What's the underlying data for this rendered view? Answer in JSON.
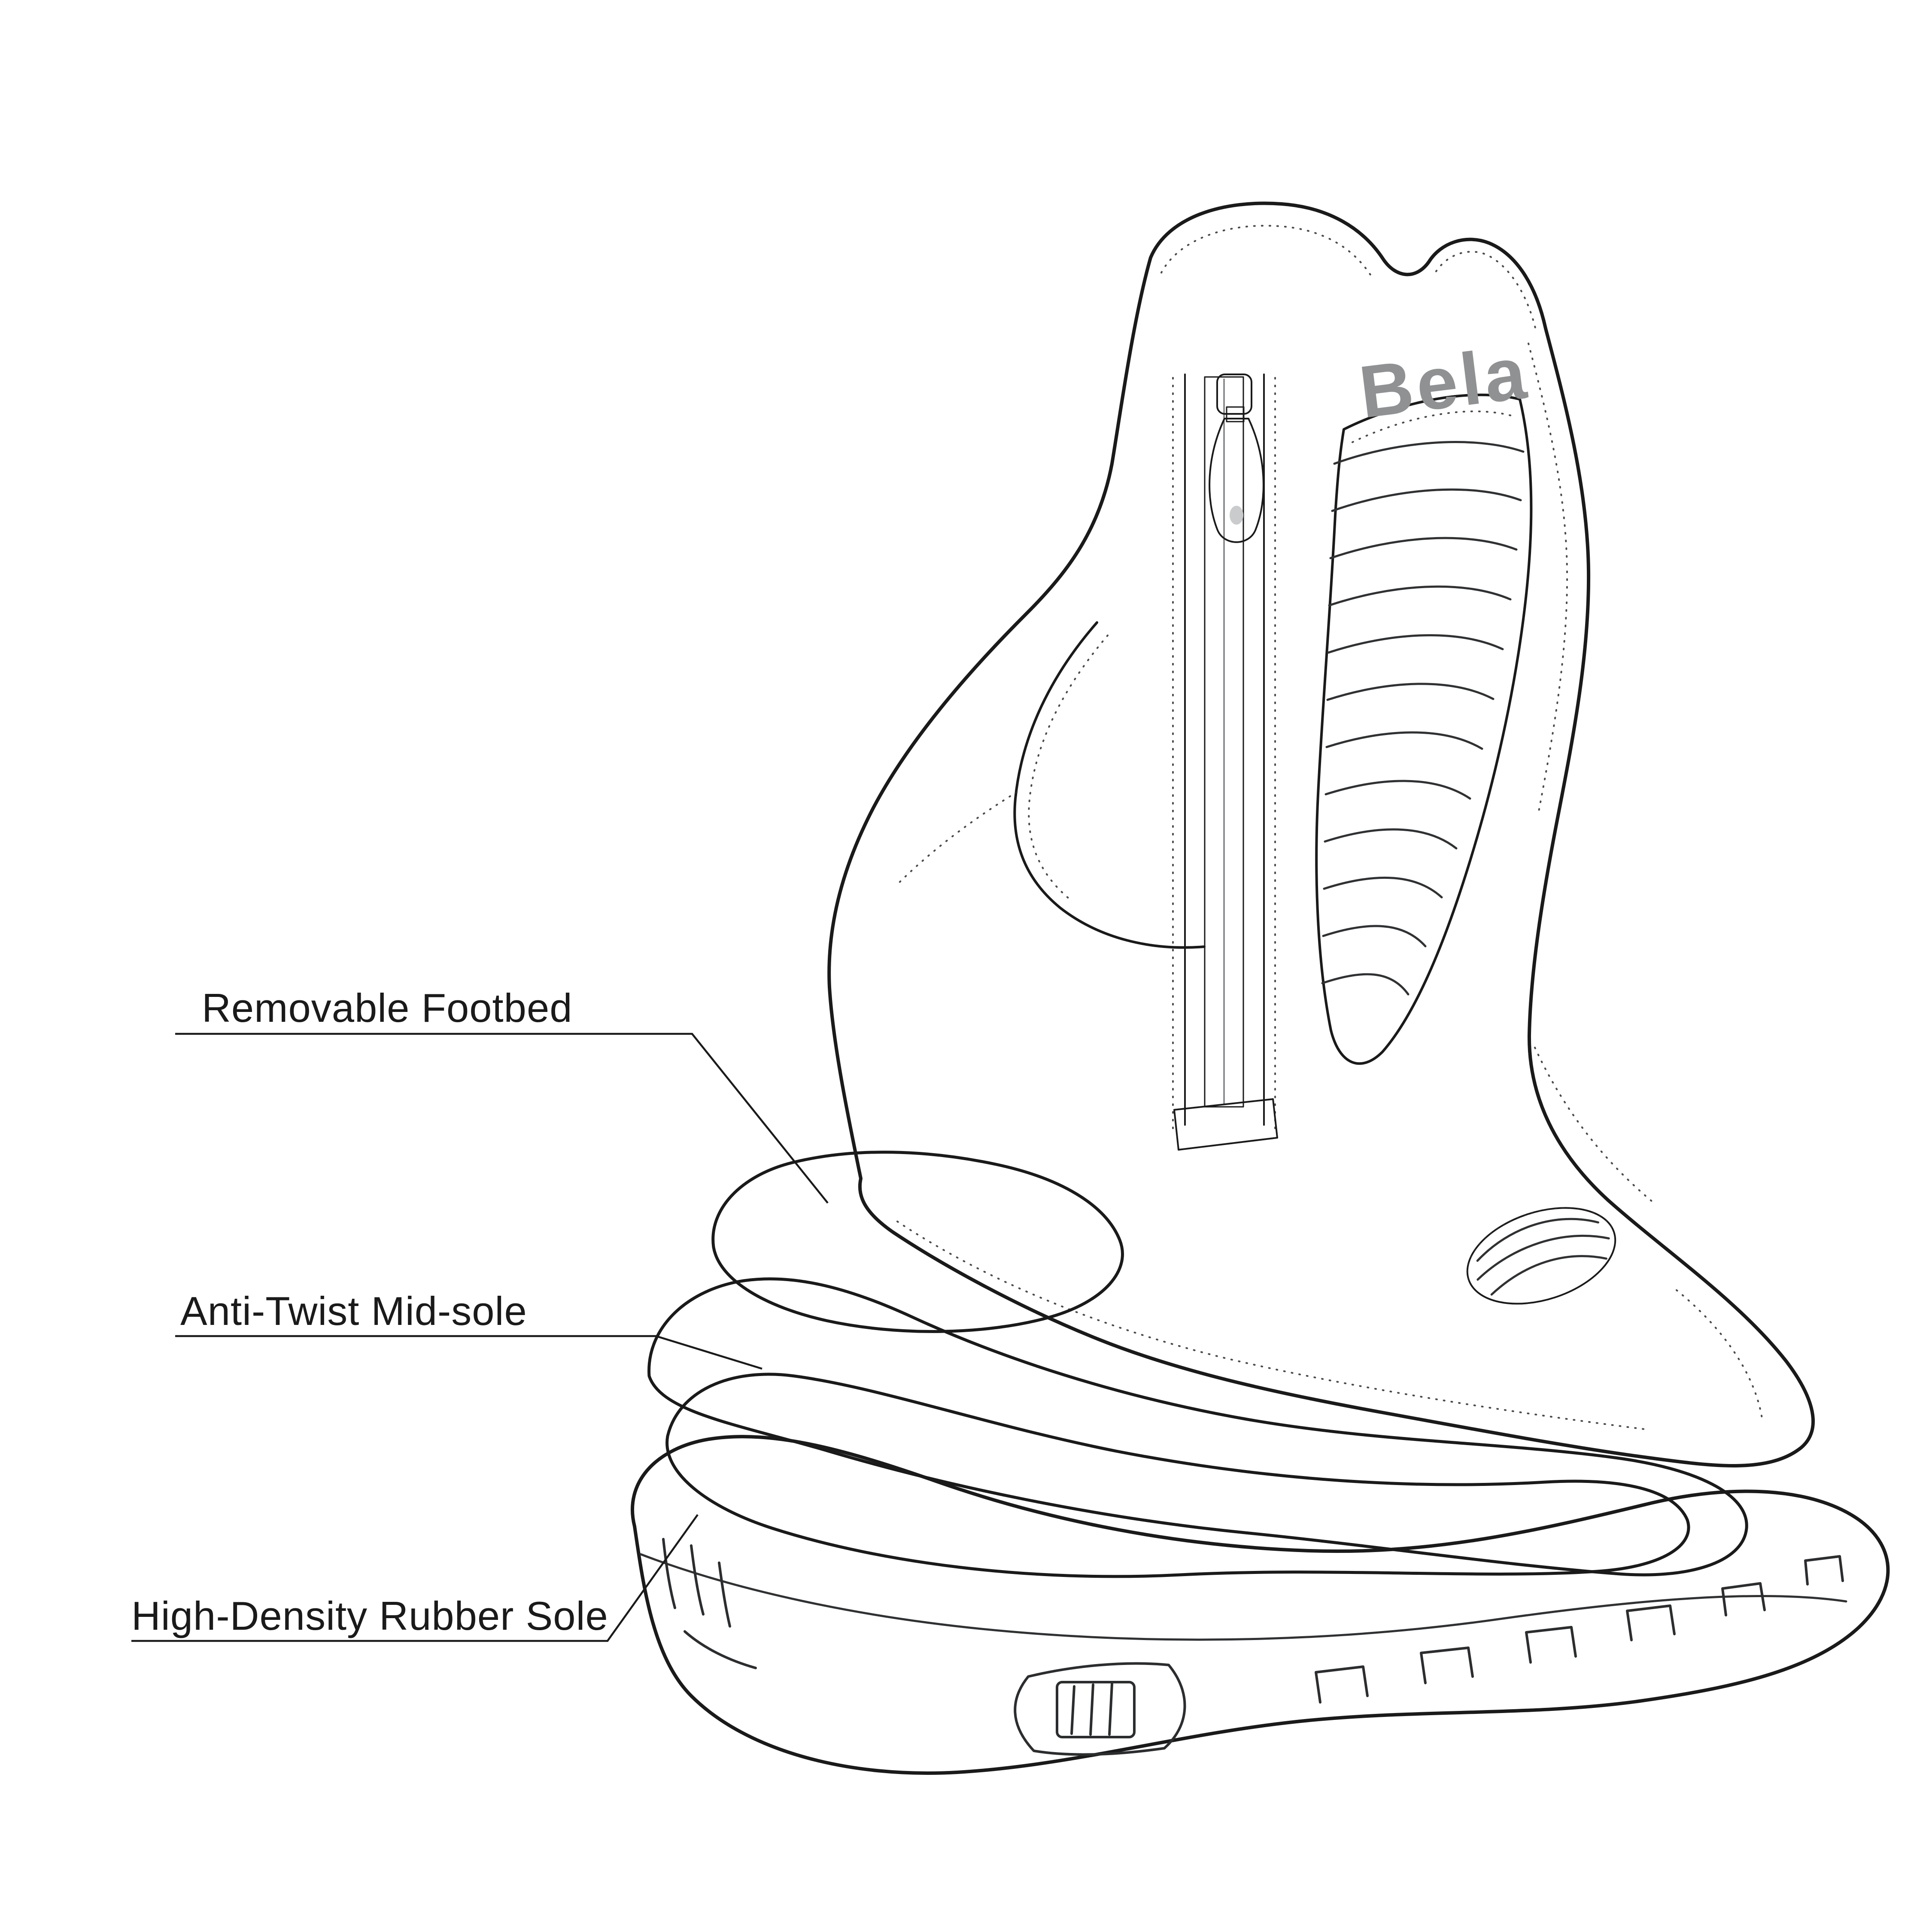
{
  "figure": {
    "background_color": "#ffffff",
    "brand": {
      "logo_text": "Bela",
      "logo_color": "#8f9193"
    },
    "callouts": [
      {
        "label": "Removable Footbed",
        "target_part": "footbed"
      },
      {
        "label": "Anti-Twist Mid-sole",
        "target_part": "midsole"
      },
      {
        "label": "High-Density Rubber Sole",
        "target_part": "outsole"
      }
    ],
    "colors": {
      "outline": "#1a1a1a",
      "boot_upper": "#ffffff",
      "flex_panel": "#b0b2b4",
      "footbed": "#b1b3b5",
      "midsole": "#9ea0a2",
      "midsole_dark_layer": "#6f7173",
      "outsole": "#c7c9cb",
      "zipper_teeth": "#c0c2c4",
      "zipper_pull": "#6a6c6f"
    }
  }
}
